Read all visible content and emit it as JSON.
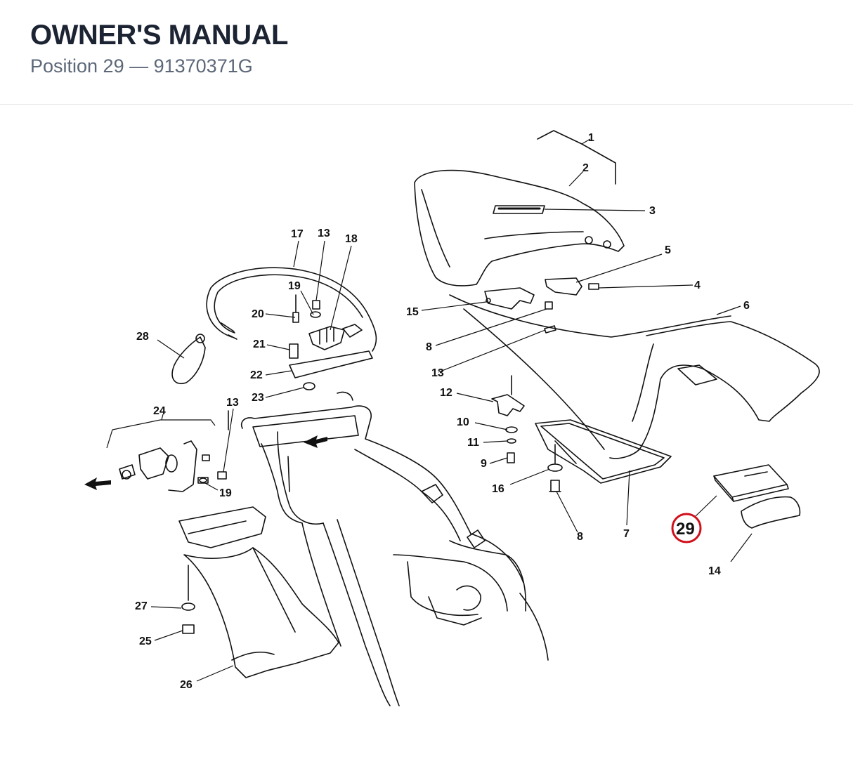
{
  "header": {
    "title": "OWNER'S MANUAL",
    "subtitle": "Position 29 — 91370371G"
  },
  "diagram": {
    "highlight": {
      "label": "29",
      "color": "#d0111b"
    },
    "callouts": [
      "1",
      "2",
      "3",
      "4",
      "5",
      "6",
      "7",
      "8",
      "8",
      "9",
      "10",
      "11",
      "12",
      "13",
      "13",
      "13",
      "14",
      "15",
      "16",
      "17",
      "18",
      "19",
      "19",
      "20",
      "21",
      "22",
      "23",
      "24",
      "25",
      "26",
      "27",
      "28"
    ]
  }
}
